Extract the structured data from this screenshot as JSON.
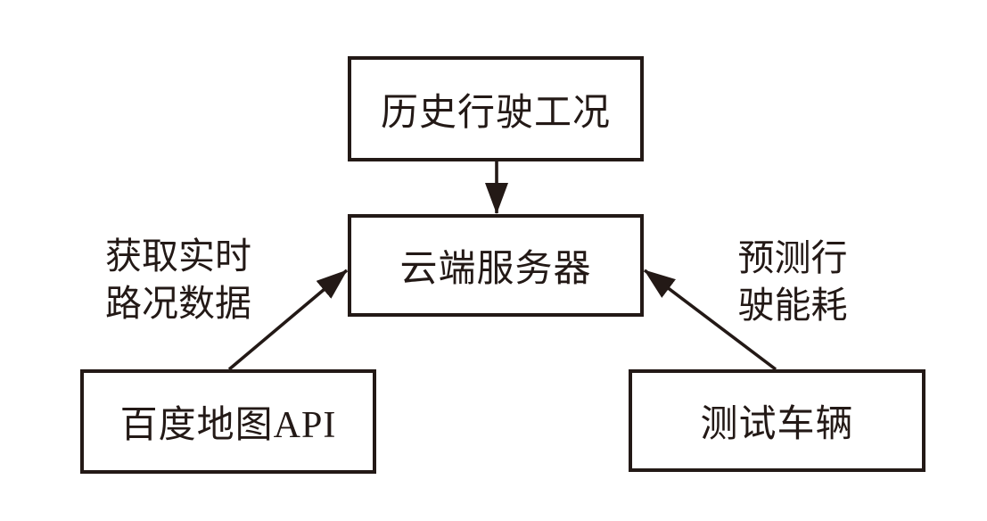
{
  "page": {
    "background": "#ffffff",
    "ink_color": "#231916"
  },
  "nodes": {
    "history": {
      "label": "历史行驶工况"
    },
    "cloud": {
      "label": "云端服务器"
    },
    "baidu": {
      "label": "百度地图API"
    },
    "vehicle": {
      "label": "测试车辆"
    }
  },
  "edges": {
    "history_to_cloud": {
      "label": ""
    },
    "baidu_to_cloud": {
      "label": "获取实时\n路况数据"
    },
    "vehicle_to_cloud": {
      "label": "预测行\n驶能耗"
    }
  }
}
